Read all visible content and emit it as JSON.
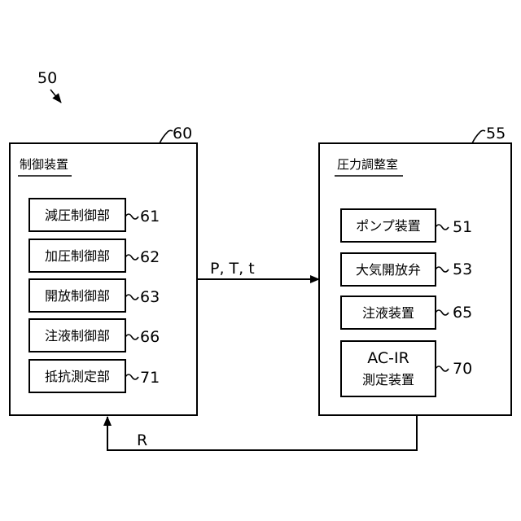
{
  "figure_ref": "50",
  "controller": {
    "ref": "60",
    "title": "制御装置",
    "items": [
      {
        "label": "減圧制御部",
        "ref": "61"
      },
      {
        "label": "加圧制御部",
        "ref": "62"
      },
      {
        "label": "開放制御部",
        "ref": "63"
      },
      {
        "label": "注液制御部",
        "ref": "66"
      },
      {
        "label": "抵抗測定部",
        "ref": "71"
      }
    ]
  },
  "chamber": {
    "ref": "55",
    "title": "圧力調整室",
    "items": [
      {
        "label": "ポンプ装置",
        "ref": "51"
      },
      {
        "label": "大気開放弁",
        "ref": "53"
      },
      {
        "label": "注液装置",
        "ref": "65"
      },
      {
        "label_line1": "AC-IR",
        "label_line2": "測定装置",
        "ref": "70"
      }
    ]
  },
  "signals": {
    "forward": "P, T, t",
    "feedback": "R"
  }
}
